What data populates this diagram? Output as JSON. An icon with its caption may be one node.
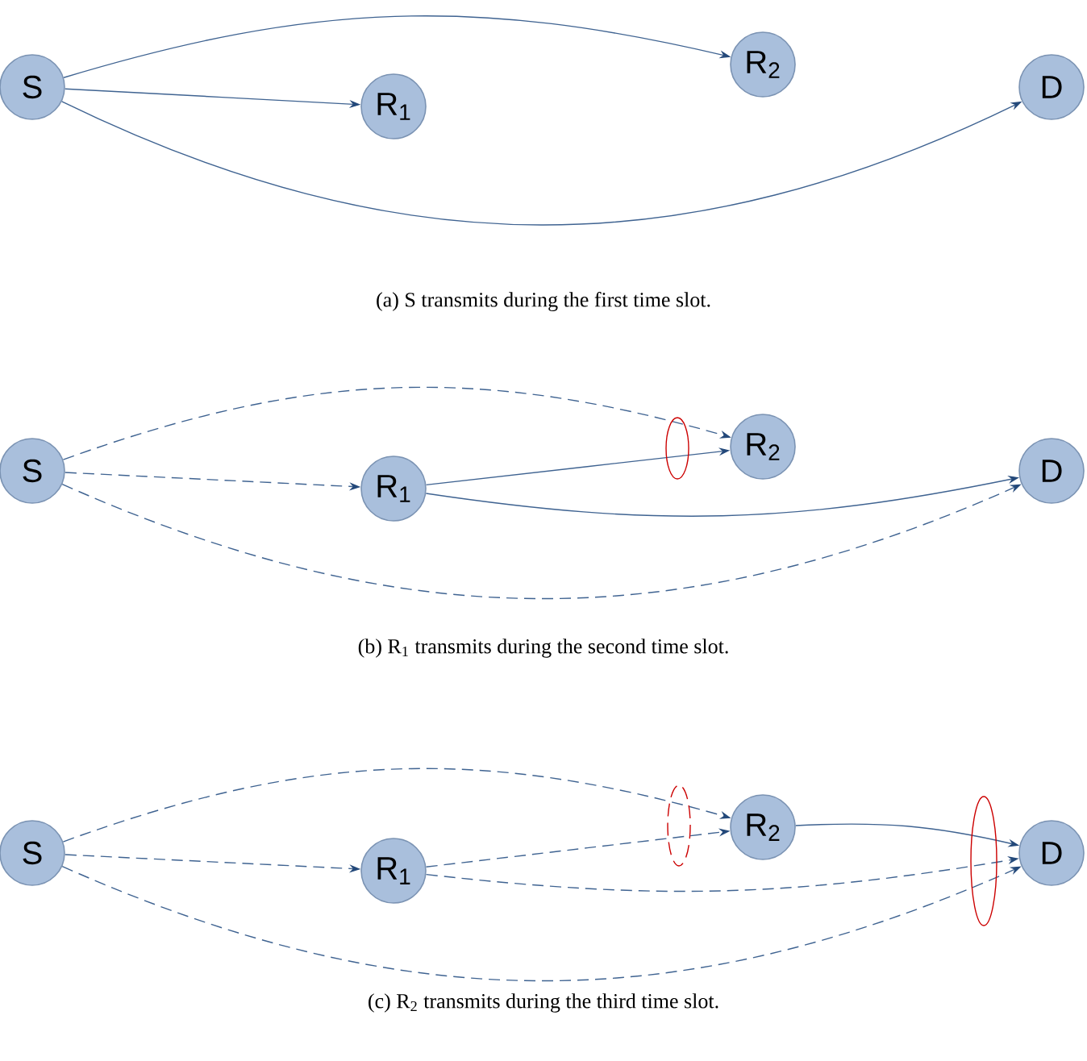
{
  "diagram": {
    "nodes": [
      {
        "text": [
          "S"
        ]
      },
      {
        "text": [
          "R$_{1}$"
        ]
      },
      {
        "text": [
          "R$_{2}$"
        ]
      },
      {
        "text": [
          "D"
        ]
      },
      {
        "text": [
          "S"
        ]
      },
      {
        "text": [
          "R$_{1}$"
        ]
      },
      {
        "text": [
          "R$_{2}$"
        ]
      },
      {
        "text": [
          "D"
        ]
      },
      {
        "text": [
          "S"
        ]
      },
      {
        "text": [
          "R$_{1}$"
        ]
      },
      {
        "text": [
          "R$_{2}$"
        ]
      },
      {
        "text": [
          "D"
        ]
      }
    ],
    "edges": [
      {
        "from": 0,
        "to": 1,
        "arrow": "to"
      },
      {
        "from": 0,
        "to": 2,
        "arrow": "to"
      },
      {
        "from": 0,
        "to": 3,
        "arrow": "to"
      },
      {
        "from": 4,
        "to": 6,
        "arrow": "to",
        "style": "dashed"
      },
      {
        "from": 4,
        "to": 5,
        "arrow": "to",
        "style": "dashed"
      },
      {
        "from": 4,
        "to": 7,
        "arrow": "to",
        "style": "dashed"
      },
      {
        "from": 5,
        "to": 6,
        "arrow": "to"
      },
      {
        "from": 5,
        "to": 7,
        "arrow": "to"
      },
      {
        "from": 8,
        "to": 10,
        "arrow": "to",
        "style": "dashed"
      },
      {
        "from": 8,
        "to": 9,
        "arrow": "to",
        "style": "dashed"
      },
      {
        "from": 8,
        "to": 11,
        "arrow": "to",
        "style": "dashed"
      },
      {
        "from": 9,
        "to": 10,
        "arrow": "to",
        "style": "dashed"
      },
      {
        "from": 9,
        "to": 11,
        "arrow": "to",
        "style": "dashed"
      },
      {
        "from": 10,
        "to": 11,
        "arrow": "to"
      }
    ],
    "labels": [
      "(a) S transmits during the first time slot.",
      "(b) R$_{1}$ transmits during the second time slot.",
      "(c) R$_{2}$ transmits during the third time slot."
    ]
  }
}
